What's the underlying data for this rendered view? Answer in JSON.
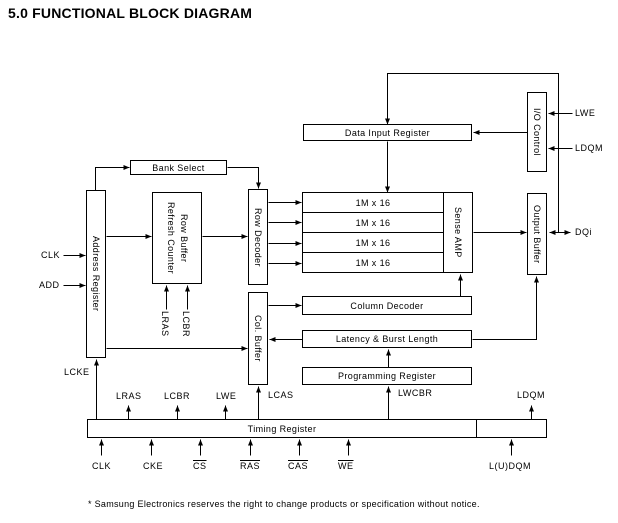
{
  "title": "5.0 FUNCTIONAL BLOCK DIAGRAM",
  "footer": "* Samsung Electronics reserves the right to change products or specification without notice.",
  "blocks": {
    "data_input_register": "Data Input Register",
    "io_control": "I/O Control",
    "bank_select": "Bank Select",
    "address_register": "Address Register",
    "row_buffer": "Row Buffer",
    "refresh_counter": "Refresh Counter",
    "row_decoder": "Row Decoder",
    "memory_banks": [
      "1M x 16",
      "1M x 16",
      "1M x 16",
      "1M x 16"
    ],
    "sense_amp": "Sense AMP",
    "output_buffer": "Output Buffer",
    "col_buffer": "Col. Buffer",
    "column_decoder": "Column Decoder",
    "latency_burst_length": "Latency & Burst Length",
    "programming_register": "Programming Register",
    "timing_register": "Timing Register"
  },
  "signals": {
    "clk_left": "CLK",
    "add": "ADD",
    "lcke": "LCKE",
    "lras_vertical": "LRAS",
    "lcbr_vertical": "LCBR",
    "lwe_top": "LWE",
    "ldqm_top": "LDQM",
    "dqi": "DQi",
    "lras": "LRAS",
    "lcbr": "LCBR",
    "lwe": "LWE",
    "lcas": "LCAS",
    "lwcbr": "LWCBR",
    "ldqm": "LDQM"
  },
  "pins": {
    "clk": "CLK",
    "cke": "CKE",
    "cs": "CS",
    "ras": "RAS",
    "cas": "CAS",
    "we": "WE",
    "ludqm": "L(U)DQM"
  }
}
